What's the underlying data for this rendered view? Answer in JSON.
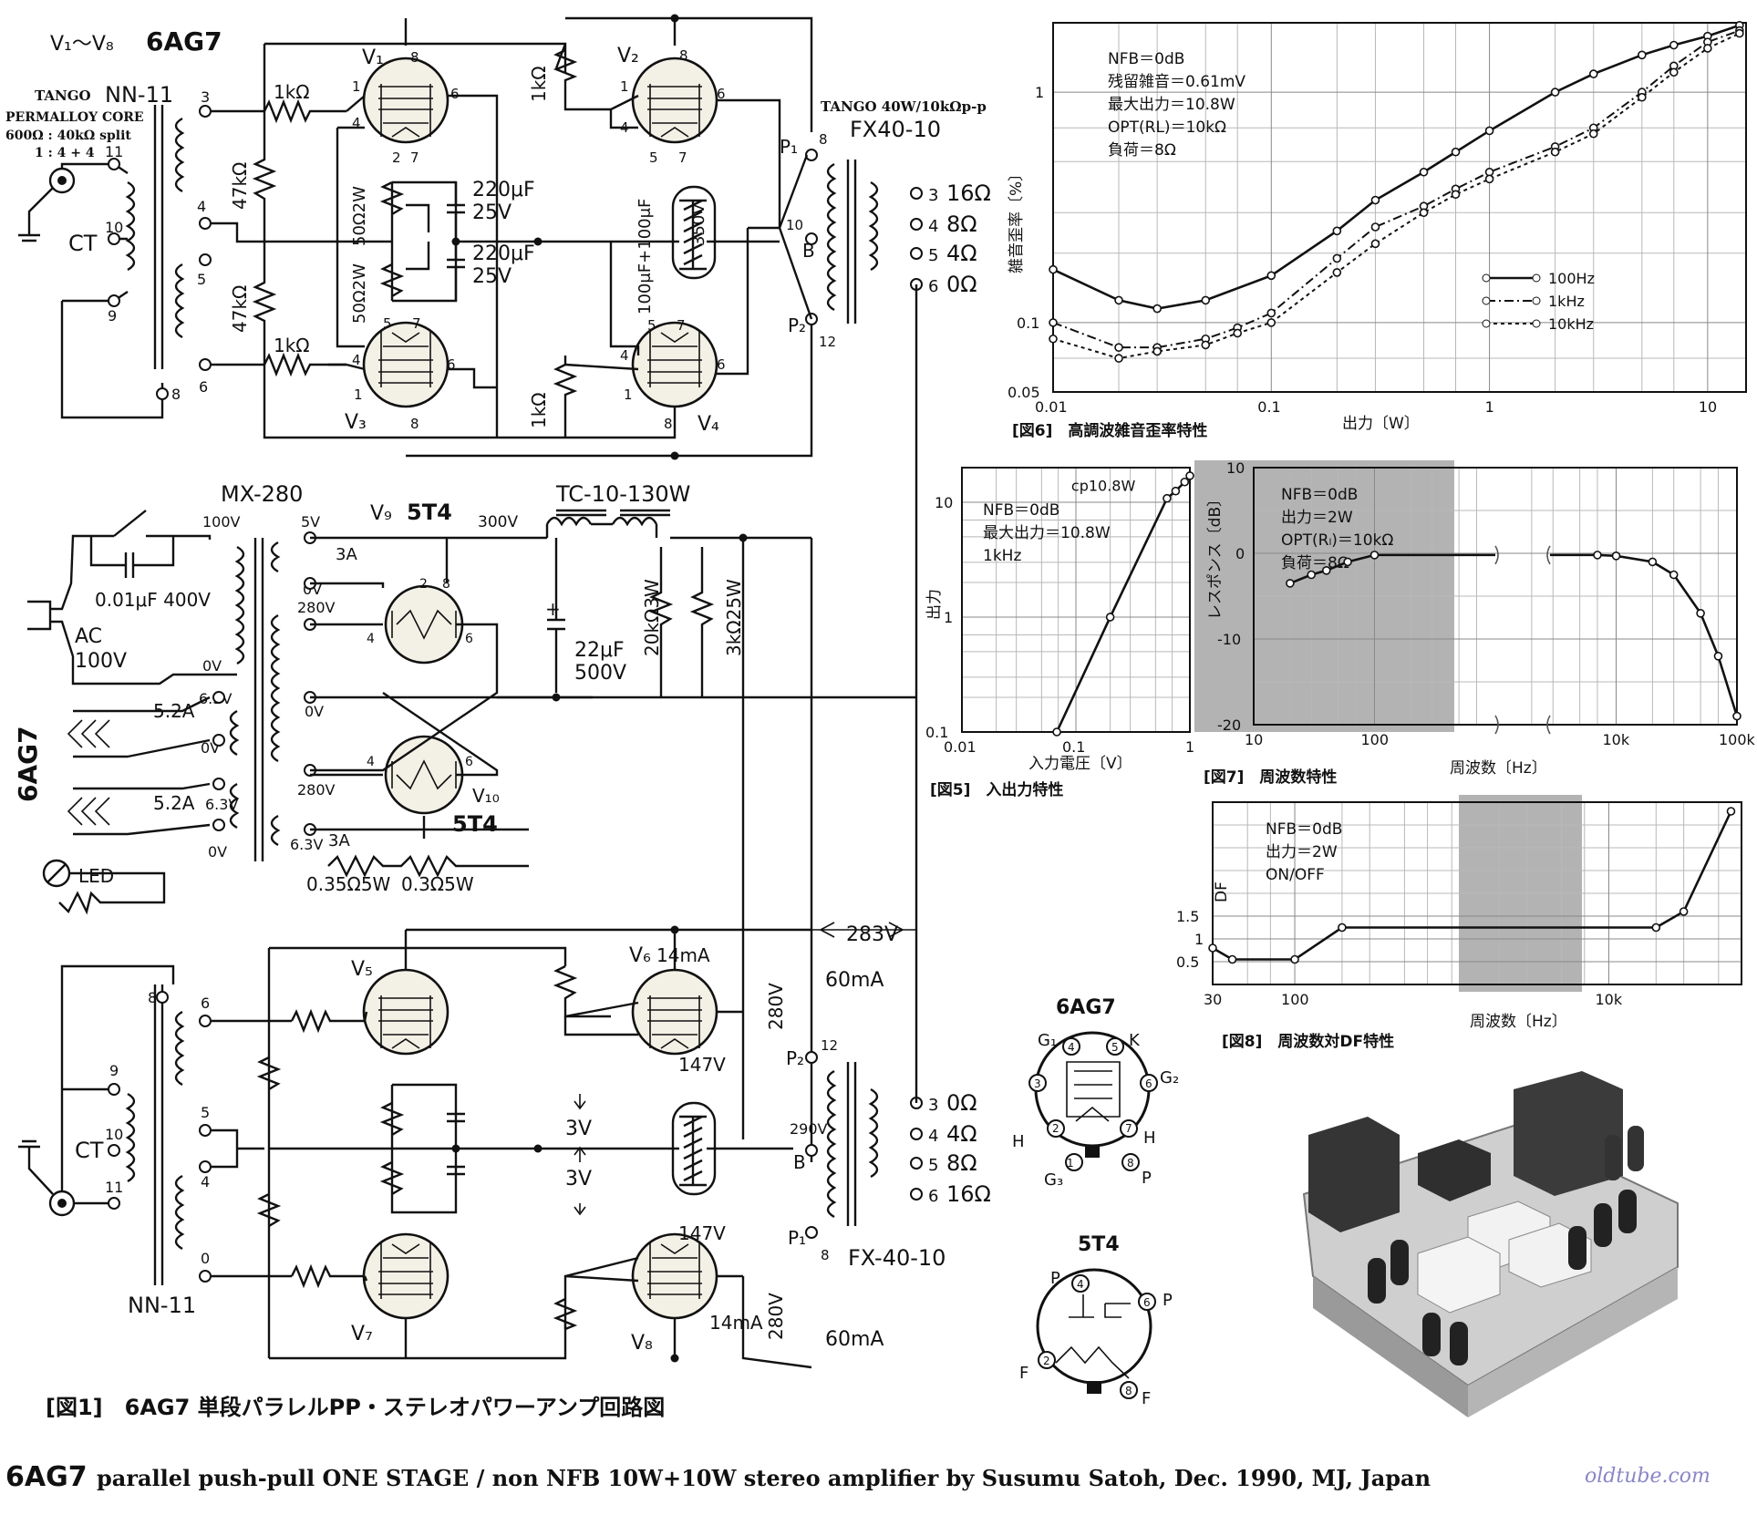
{
  "schematic": {
    "tube_range": "V₁～V₈",
    "tube_type": "6AG7",
    "labels": {
      "v1": "V₁",
      "v2": "V₂",
      "v3": "V₃",
      "v4": "V₄",
      "v5": "V₅",
      "v6": "V₆",
      "v7": "V₇",
      "v8": "V₈",
      "v9": "V₉",
      "v10": "V₁₀",
      "v9_type": "5T4",
      "v10_type": "5T4"
    },
    "input_transformer": {
      "brand": "TANGO",
      "model": "NN-11",
      "core": "PERMALLOY CORE",
      "spec": "600Ω : 40kΩ split",
      "ratio": "1 : 4 + 4",
      "ct": "CT",
      "pins": [
        "3",
        "4",
        "5",
        "6",
        "8",
        "9",
        "10",
        "11"
      ],
      "pins_lower": [
        "8",
        "6",
        "9",
        "5",
        "10",
        "4",
        "11",
        "0"
      ],
      "model_lower": "NN-11"
    },
    "resistors": [
      "1kΩ",
      "47kΩ",
      "47kΩ",
      "1kΩ",
      "1kΩ",
      "1kΩ",
      "50Ω2W",
      "50Ω2W",
      "20kΩ3W",
      "3kΩ25W",
      "0.35Ω5W",
      "0.3Ω5W"
    ],
    "capacitors": [
      "220μF",
      "25V",
      "220μF",
      "25V",
      "100μF+100μF",
      "350V",
      "22μF",
      "500V",
      "0.01μF 400V"
    ],
    "output_transformer": {
      "brand": "TANGO 40W/10kΩp-p",
      "model": "FX40-10",
      "model_lower": "FX-40-10",
      "taps": [
        "16Ω",
        "8Ω",
        "4Ω",
        "0Ω"
      ],
      "taps_lower": [
        "0Ω",
        "4Ω",
        "8Ω",
        "16Ω"
      ],
      "pins": [
        "8",
        "10",
        "12",
        "3",
        "4",
        "5",
        "6"
      ],
      "p1": "P₁",
      "p2": "P₂",
      "b": "B"
    },
    "power": {
      "power_transformer": "MX-280",
      "choke": "TC-10-130W",
      "v100": "100V",
      "v0": "0V",
      "v5": "5V",
      "a3": "3A",
      "v280": "280V",
      "v300": "300V",
      "v63": "6.3V",
      "a52": "5.2A",
      "ac": "AC",
      "ac_v": "100V",
      "led": "LED",
      "heater_tube": "6AG7"
    },
    "voltages": {
      "b_plus": "283V",
      "current": "60mA",
      "plate": "280V",
      "bias": "147V",
      "cathode_current": "14mA",
      "cathode_v": "3V",
      "b_tap": "290V"
    },
    "pin_numbers": [
      "1",
      "2",
      "4",
      "5",
      "6",
      "7",
      "8"
    ],
    "caption": "[図1]　6AG7 単段パラレルPP・ステレオパワーアンプ回路図"
  },
  "footer": {
    "title_bold": "6AG7",
    "title_rest": "parallel push-pull ONE STAGE / non NFB 10W+10W stereo amplifier by Susumu Satoh, Dec. 1990, MJ, Japan",
    "site": "oldtube.com"
  },
  "basing": {
    "t6ag7": "6AG7",
    "t5t4": "5T4",
    "pins_6ag7": [
      "G₁",
      "K",
      "G₂",
      "H",
      "P",
      "G₃",
      "H"
    ],
    "pin_nums_6ag7": [
      "1",
      "2",
      "3",
      "4",
      "5",
      "6",
      "7",
      "8"
    ],
    "pins_5t4": [
      "P",
      "P",
      "F",
      "F"
    ],
    "pin_nums_5t4": [
      "4",
      "6",
      "2",
      "8"
    ]
  },
  "chart_data": [
    {
      "type": "line",
      "id": "fig6",
      "caption": "[図6]　高調波雑音歪率特性",
      "xlabel": "出力〔W〕",
      "ylabel": "雑音歪率〔%〕",
      "xscale": "log",
      "yscale": "log",
      "xlim": [
        0.01,
        15
      ],
      "ylim": [
        0.05,
        2
      ],
      "xticks": [
        "0.01",
        "0.1",
        "1",
        "10"
      ],
      "yticks": [
        "0.05",
        "0.1",
        "1"
      ],
      "annotations": [
        "NFB＝0dB",
        "残留雑音＝0.61mV",
        "最大出力＝10.8W",
        "OPT(RL)＝10kΩ",
        "負荷＝8Ω"
      ],
      "series": [
        {
          "name": "100Hz",
          "style": "solid",
          "x": [
            0.01,
            0.02,
            0.03,
            0.05,
            0.1,
            0.2,
            0.3,
            0.5,
            0.7,
            1,
            2,
            3,
            5,
            7,
            10,
            14
          ],
          "y": [
            0.17,
            0.125,
            0.115,
            0.125,
            0.16,
            0.25,
            0.34,
            0.45,
            0.55,
            0.68,
            1.0,
            1.2,
            1.45,
            1.6,
            1.75,
            1.95
          ]
        },
        {
          "name": "1kHz",
          "style": "dashdot",
          "x": [
            0.01,
            0.02,
            0.03,
            0.05,
            0.07,
            0.1,
            0.2,
            0.3,
            0.5,
            0.7,
            1,
            2,
            3,
            5,
            7,
            10,
            14
          ],
          "y": [
            0.1,
            0.078,
            0.078,
            0.085,
            0.095,
            0.11,
            0.19,
            0.26,
            0.32,
            0.38,
            0.45,
            0.58,
            0.7,
            1.0,
            1.3,
            1.65,
            1.85
          ]
        },
        {
          "name": "10kHz",
          "style": "dotted",
          "x": [
            0.01,
            0.02,
            0.03,
            0.05,
            0.07,
            0.1,
            0.2,
            0.3,
            0.5,
            0.7,
            1,
            2,
            3,
            5,
            7,
            10,
            14
          ],
          "y": [
            0.085,
            0.07,
            0.075,
            0.08,
            0.09,
            0.1,
            0.165,
            0.22,
            0.3,
            0.36,
            0.42,
            0.55,
            0.66,
            0.95,
            1.22,
            1.55,
            1.8
          ]
        }
      ]
    },
    {
      "type": "line",
      "id": "fig5",
      "caption": "[図5]　入出力特性",
      "xlabel": "入力電圧〔V〕",
      "ylabel": "出力",
      "xscale": "log",
      "yscale": "log",
      "xlim": [
        0.01,
        1
      ],
      "ylim": [
        0.1,
        20
      ],
      "xticks": [
        "0.01",
        "0.1",
        "1"
      ],
      "yticks": [
        "0.1",
        "1",
        "10"
      ],
      "annotations": [
        "NFB＝0dB",
        "最大出力＝10.8W",
        "1kHz"
      ],
      "point_label": "cp10.8W",
      "series": [
        {
          "name": "",
          "style": "solid",
          "x": [
            0.068,
            0.2,
            0.63,
            0.75,
            0.9,
            1.0
          ],
          "y": [
            0.1,
            1.0,
            10.8,
            12.5,
            15,
            17
          ]
        }
      ]
    },
    {
      "type": "line",
      "id": "fig7",
      "caption": "[図7]　周波数特性",
      "xlabel": "周波数〔Hz〕",
      "ylabel": "レスポンス〔dB〕",
      "xscale": "log",
      "xlim": [
        10,
        100000
      ],
      "ylim": [
        -20,
        10
      ],
      "xticks": [
        "10",
        "100",
        "10k",
        "100k"
      ],
      "yticks": [
        "10",
        "0",
        "-10",
        "-20"
      ],
      "annotations": [
        "NFB＝0dB",
        "出力＝2W",
        "OPT(Rₗ)＝10kΩ",
        "負荷＝8Ω"
      ],
      "series": [
        {
          "name": "",
          "style": "solid",
          "x": [
            20,
            30,
            40,
            60,
            100,
            7000,
            10000,
            20000,
            30000,
            50000,
            70000,
            100000
          ],
          "y": [
            -3.5,
            -2.5,
            -2,
            -1,
            -0.2,
            -0.2,
            -0.3,
            -1,
            -2.5,
            -7,
            -12,
            -19
          ]
        }
      ]
    },
    {
      "type": "line",
      "id": "fig8",
      "caption": "[図8]　周波数対DF特性",
      "xlabel": "周波数〔Hz〕",
      "ylabel": "DF",
      "xscale": "log",
      "xlim": [
        30,
        70000
      ],
      "ylim": [
        0,
        4
      ],
      "xticks": [
        "30",
        "100",
        "10k"
      ],
      "yticks": [
        "0.5",
        "1",
        "1.5"
      ],
      "annotations": [
        "NFB＝0dB",
        "出力＝2W",
        "ON/OFF"
      ],
      "series": [
        {
          "name": "",
          "style": "solid",
          "x": [
            30,
            40,
            100,
            200,
            20000,
            30000,
            60000
          ],
          "y": [
            0.8,
            0.55,
            0.55,
            1.25,
            1.25,
            1.6,
            3.8
          ]
        }
      ]
    }
  ]
}
